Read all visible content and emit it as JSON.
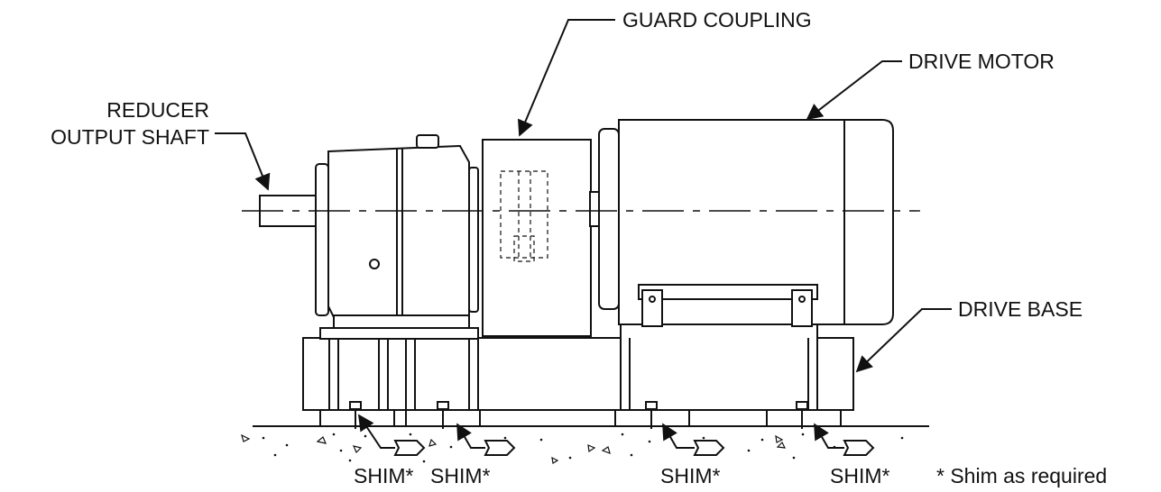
{
  "labels": {
    "guard_coupling": "GUARD COUPLING",
    "drive_motor": "DRIVE MOTOR",
    "reducer_line1": "REDUCER",
    "reducer_line2": "OUTPUT SHAFT",
    "drive_base": "DRIVE BASE",
    "shim_1": "SHIM*",
    "shim_2": "SHIM*",
    "shim_3": "SHIM*",
    "shim_4": "SHIM*",
    "footnote": "* Shim as required"
  }
}
